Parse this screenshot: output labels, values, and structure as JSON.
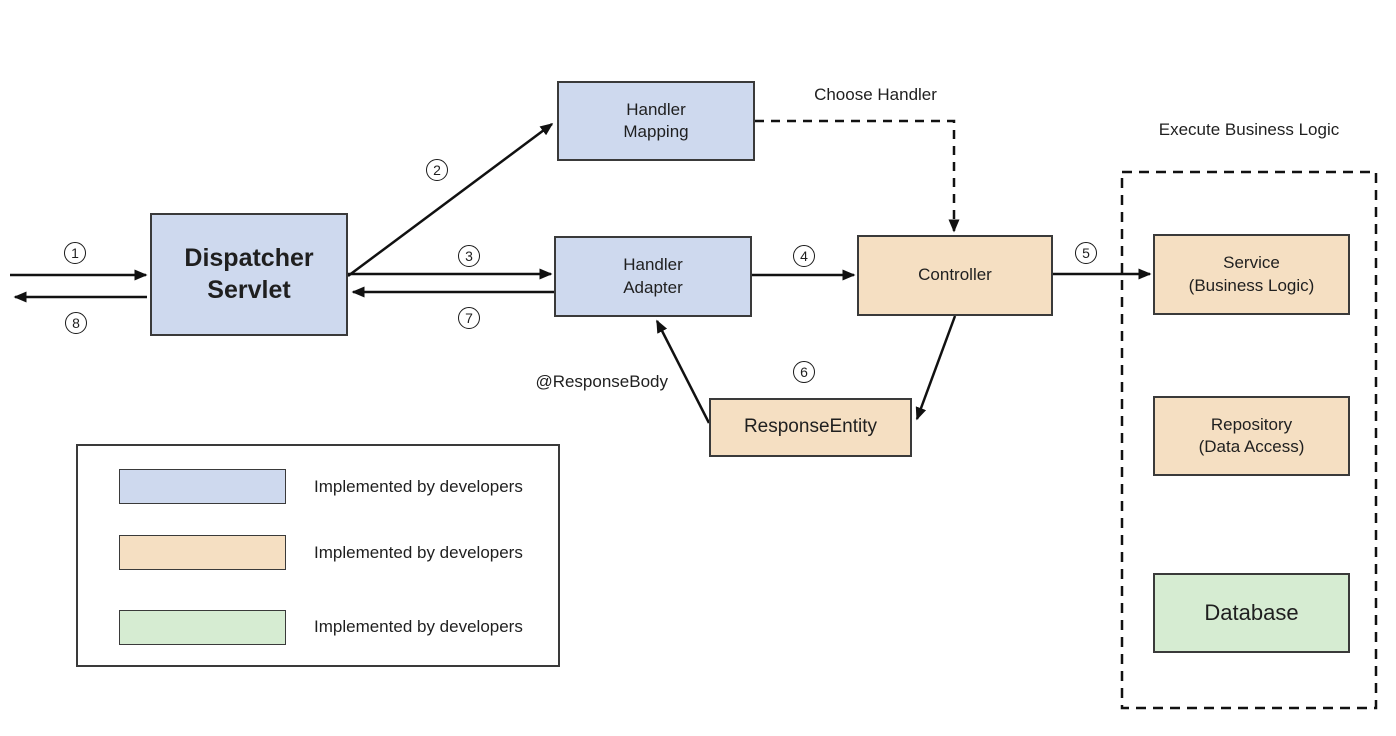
{
  "colors": {
    "developer_blue": "#ced9ee",
    "framework_tan": "#f5dfc2",
    "database_green": "#d6ecd2",
    "box_border": "#3a3a3a",
    "arrow_black": "#111111"
  },
  "nodes": {
    "dispatcher_servlet": {
      "label": "Dispatcher\nServlet"
    },
    "handler_mapping": {
      "label": "Handler\nMapping"
    },
    "handler_adapter": {
      "label": "Handler\nAdapter"
    },
    "controller": {
      "label": "Controller"
    },
    "response_entity": {
      "label": "ResponseEntity"
    },
    "service": {
      "label": "Service\n(Business Logic)"
    },
    "repository": {
      "label": "Repository\n(Data Access)"
    },
    "database": {
      "label": "Database"
    }
  },
  "annotations": {
    "choose_handler": "Choose Handler",
    "execute_business_logic": "Execute Business Logic",
    "response_body": "@ResponseBody"
  },
  "steps": [
    "1",
    "2",
    "3",
    "4",
    "5",
    "6",
    "7",
    "8"
  ],
  "legend": {
    "items": [
      {
        "label": "Implemented by developers",
        "color": "#ced9ee"
      },
      {
        "label": "Implemented by developers",
        "color": "#f5dfc2"
      },
      {
        "label": "Implemented by developers",
        "color": "#d6ecd2"
      }
    ]
  }
}
